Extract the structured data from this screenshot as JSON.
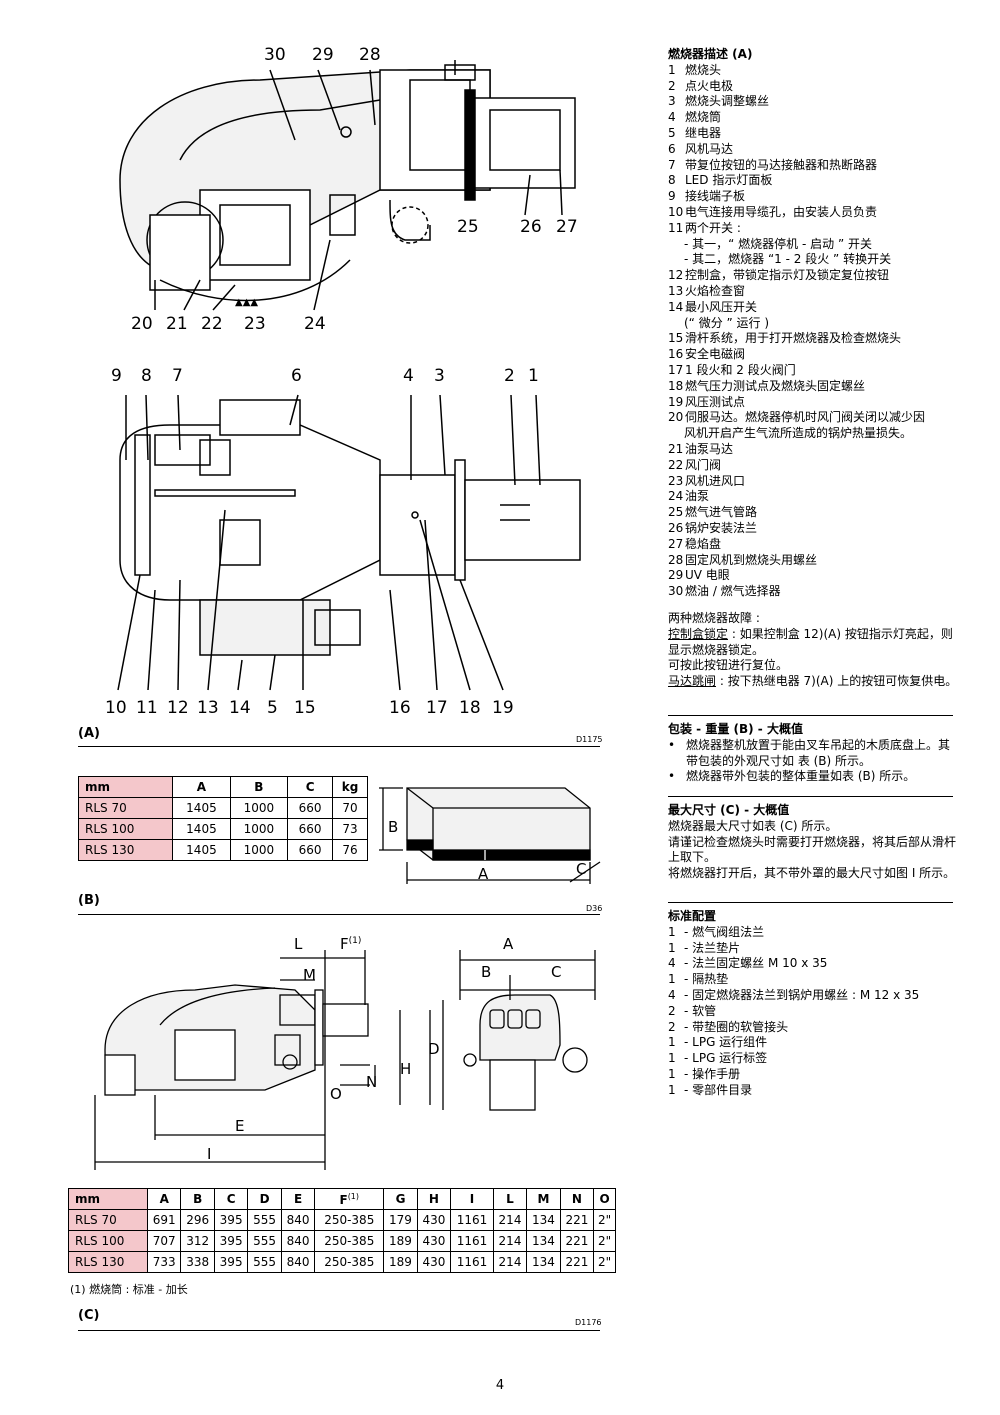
{
  "figA": {
    "label": "(A)",
    "code": "D1175",
    "top_callouts": [
      "30",
      "29",
      "28"
    ],
    "side_callouts_right": [
      "25",
      "26",
      "27"
    ],
    "bottom_callouts_top": [
      "20",
      "21",
      "22",
      "23",
      "24"
    ],
    "mid_callouts_left": [
      "9",
      "8",
      "7",
      "6"
    ],
    "mid_callouts_right": [
      "4",
      "3",
      "2",
      "1"
    ],
    "bottom_callouts": [
      "10",
      "11",
      "12",
      "13",
      "14",
      "5",
      "15",
      "16",
      "17",
      "18",
      "19"
    ]
  },
  "figB": {
    "label": "(B)",
    "code": "D36",
    "dim_A": "A",
    "dim_B": "B",
    "dim_C": "C",
    "table": {
      "headers": [
        "mm",
        "A",
        "B",
        "C",
        "kg"
      ],
      "rows": [
        [
          "RLS 70",
          "1405",
          "1000",
          "660",
          "70"
        ],
        [
          "RLS 100",
          "1405",
          "1000",
          "660",
          "73"
        ],
        [
          "RLS 130",
          "1405",
          "1000",
          "660",
          "76"
        ]
      ]
    }
  },
  "figC": {
    "label": "(C)",
    "code": "D1176",
    "dims": {
      "L": "L",
      "F": "F",
      "F_sup": "(1)",
      "M": "M",
      "A": "A",
      "B": "B",
      "C": "C",
      "D": "D",
      "H": "H",
      "N": "N",
      "O": "O",
      "E": "E",
      "I": "I"
    },
    "table": {
      "headers": [
        "mm",
        "A",
        "B",
        "C",
        "D",
        "E",
        "F",
        "G",
        "H",
        "I",
        "L",
        "M",
        "N",
        "O"
      ],
      "header_F_sup": "(1)",
      "rows": [
        [
          "RLS 70",
          "691",
          "296",
          "395",
          "555",
          "840",
          "250-385",
          "179",
          "430",
          "1161",
          "214",
          "134",
          "221",
          "2\""
        ],
        [
          "RLS 100",
          "707",
          "312",
          "395",
          "555",
          "840",
          "250-385",
          "189",
          "430",
          "1161",
          "214",
          "134",
          "221",
          "2\""
        ],
        [
          "RLS 130",
          "733",
          "338",
          "395",
          "555",
          "840",
          "250-385",
          "189",
          "430",
          "1161",
          "214",
          "134",
          "221",
          "2\""
        ]
      ]
    },
    "footnote": "(1) 燃烧筒 : 标准 - 加长"
  },
  "description": {
    "title": "燃烧器描述 (A)",
    "items": [
      {
        "n": "1",
        "t": "燃烧头"
      },
      {
        "n": "2",
        "t": "点火电极"
      },
      {
        "n": "3",
        "t": "燃烧头调整螺丝"
      },
      {
        "n": "4",
        "t": "燃烧筒"
      },
      {
        "n": "5",
        "t": "继电器"
      },
      {
        "n": "6",
        "t": "风机马达"
      },
      {
        "n": "7",
        "t": "带复位按钮的马达接触器和热断路器"
      },
      {
        "n": "8",
        "t": "LED 指示灯面板"
      },
      {
        "n": "9",
        "t": "接线端子板"
      },
      {
        "n": "10",
        "t": "电气连接用导缆孔，由安装人员负责"
      },
      {
        "n": "11",
        "t": "两个开关 :"
      }
    ],
    "item11_sub": [
      "- 其一，“ 燃烧器停机 - 启动 ” 开关",
      "- 其二，燃烧器 “1 - 2 段火 ” 转换开关"
    ],
    "items2": [
      {
        "n": "12",
        "t": "控制盒，带锁定指示灯及锁定复位按钮"
      },
      {
        "n": "13",
        "t": "火焰检查窗"
      },
      {
        "n": "14",
        "t": "最小风压开关"
      }
    ],
    "item14_sub": "(“ 微分 ” 运行 )",
    "items3": [
      {
        "n": "15",
        "t": "滑杆系统，用于打开燃烧器及检查燃烧头"
      },
      {
        "n": "16",
        "t": "安全电磁阀"
      },
      {
        "n": "17",
        "t": "1 段火和 2 段火阀门"
      },
      {
        "n": "18",
        "t": "燃气压力测试点及燃烧头固定螺丝"
      },
      {
        "n": "19",
        "t": "风压测试点"
      },
      {
        "n": "20",
        "t": "伺服马达。燃烧器停机时风门阀关闭以减少因"
      }
    ],
    "item20_cont": "风机开启产生气流所造成的锅炉热量损失。",
    "items4": [
      {
        "n": "21",
        "t": "油泵马达"
      },
      {
        "n": "22",
        "t": "风门阀"
      },
      {
        "n": "23",
        "t": "风机进风口"
      },
      {
        "n": "24",
        "t": "油泵"
      },
      {
        "n": "25",
        "t": "燃气进气管路"
      },
      {
        "n": "26",
        "t": "锅炉安装法兰"
      },
      {
        "n": "27",
        "t": "稳焰盘"
      },
      {
        "n": "28",
        "t": "固定风机到燃烧头用螺丝"
      },
      {
        "n": "29",
        "t": "UV 电眼"
      },
      {
        "n": "30",
        "t": "燃油 / 燃气选择器"
      }
    ],
    "faults_title": "两种燃烧器故障 :",
    "fault1_label": "控制盒锁定",
    "fault1_text": " : 如果控制盒 12)(A) 按钮指示灯亮起，则显示燃烧器锁定。",
    "fault1_text2": "可按此按钮进行复位。",
    "fault2_label": "马达跳闸",
    "fault2_text": " : 按下热继电器 7)(A) 上的按钮可恢复供电。"
  },
  "packaging": {
    "title": "包装 - 重量 (B) - 大概值",
    "bullets": [
      "燃烧器整机放置于能由叉车吊起的木质底盘上。其带包装的外观尺寸如 表 (B) 所示。",
      "燃烧器带外包装的整体重量如表 (B) 所示。"
    ]
  },
  "maxdim": {
    "title": "最大尺寸 (C) - 大概值",
    "lines": [
      "燃烧器最大尺寸如表 (C) 所示。",
      "请谨记检查燃烧头时需要打开燃烧器，将其后部从滑杆上取下。",
      "将燃烧器打开后，其不带外罩的最大尺寸如图 I 所示。"
    ]
  },
  "standard": {
    "title": "标准配置",
    "items": [
      {
        "q": "1",
        "t": "- 燃气阀组法兰"
      },
      {
        "q": "1",
        "t": "- 法兰垫片"
      },
      {
        "q": "4",
        "t": "- 法兰固定螺丝 M 10 x 35"
      },
      {
        "q": "1",
        "t": "- 隔热垫"
      },
      {
        "q": "4",
        "t": "- 固定燃烧器法兰到锅炉用螺丝 : M 12 x 35"
      },
      {
        "q": "2",
        "t": "- 软管"
      },
      {
        "q": "2",
        "t": "- 带垫圈的软管接头"
      },
      {
        "q": "1",
        "t": "- LPG 运行组件"
      },
      {
        "q": "1",
        "t": "- LPG 运行标签"
      },
      {
        "q": "1",
        "t": "- 操作手册"
      },
      {
        "q": "1",
        "t": "- 零部件目录"
      }
    ]
  },
  "page_number": "4"
}
